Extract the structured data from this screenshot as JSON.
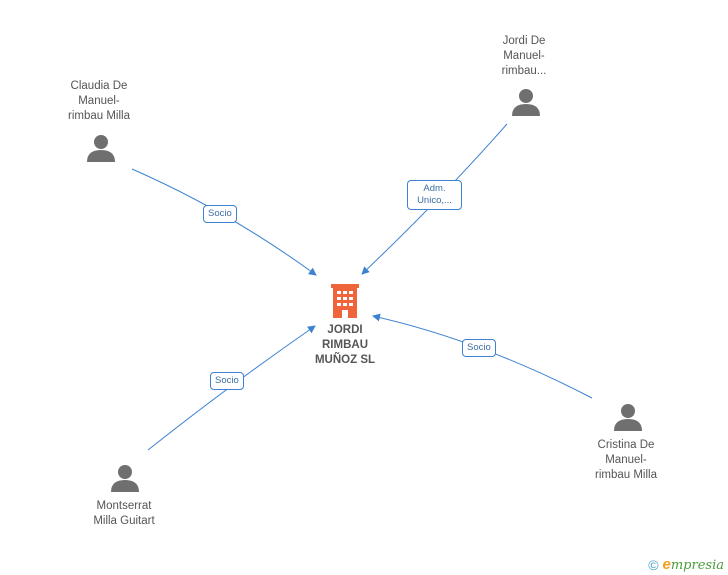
{
  "company": {
    "name_lines": [
      "JORDI",
      "RIMBAU",
      "MUÑOZ SL"
    ],
    "icon": "building-icon",
    "color": "#f0643c"
  },
  "people": [
    {
      "id": "claudia",
      "name_lines": [
        "Claudia De",
        "Manuel-",
        "rimbau Milla"
      ],
      "icon": "person-icon"
    },
    {
      "id": "jordi",
      "name_lines": [
        "Jordi De",
        "Manuel-",
        "rimbau..."
      ],
      "icon": "person-icon"
    },
    {
      "id": "montserrat",
      "name_lines": [
        "Montserrat",
        "Milla Guitart"
      ],
      "icon": "person-icon"
    },
    {
      "id": "cristina",
      "name_lines": [
        "Cristina De",
        "Manuel-",
        "rimbau Milla"
      ],
      "icon": "person-icon"
    }
  ],
  "relations": [
    {
      "from": "claudia",
      "label_lines": [
        "Socio"
      ]
    },
    {
      "from": "jordi",
      "label_lines": [
        "Adm.",
        "Unico,..."
      ]
    },
    {
      "from": "montserrat",
      "label_lines": [
        "Socio"
      ]
    },
    {
      "from": "cristina",
      "label_lines": [
        "Socio"
      ]
    }
  ],
  "footer": {
    "copyright": "©",
    "brand_first": "e",
    "brand_rest": "mpresia"
  },
  "colors": {
    "edge": "#3d82d1",
    "person_icon": "#6f6f6f",
    "text": "#555555"
  }
}
